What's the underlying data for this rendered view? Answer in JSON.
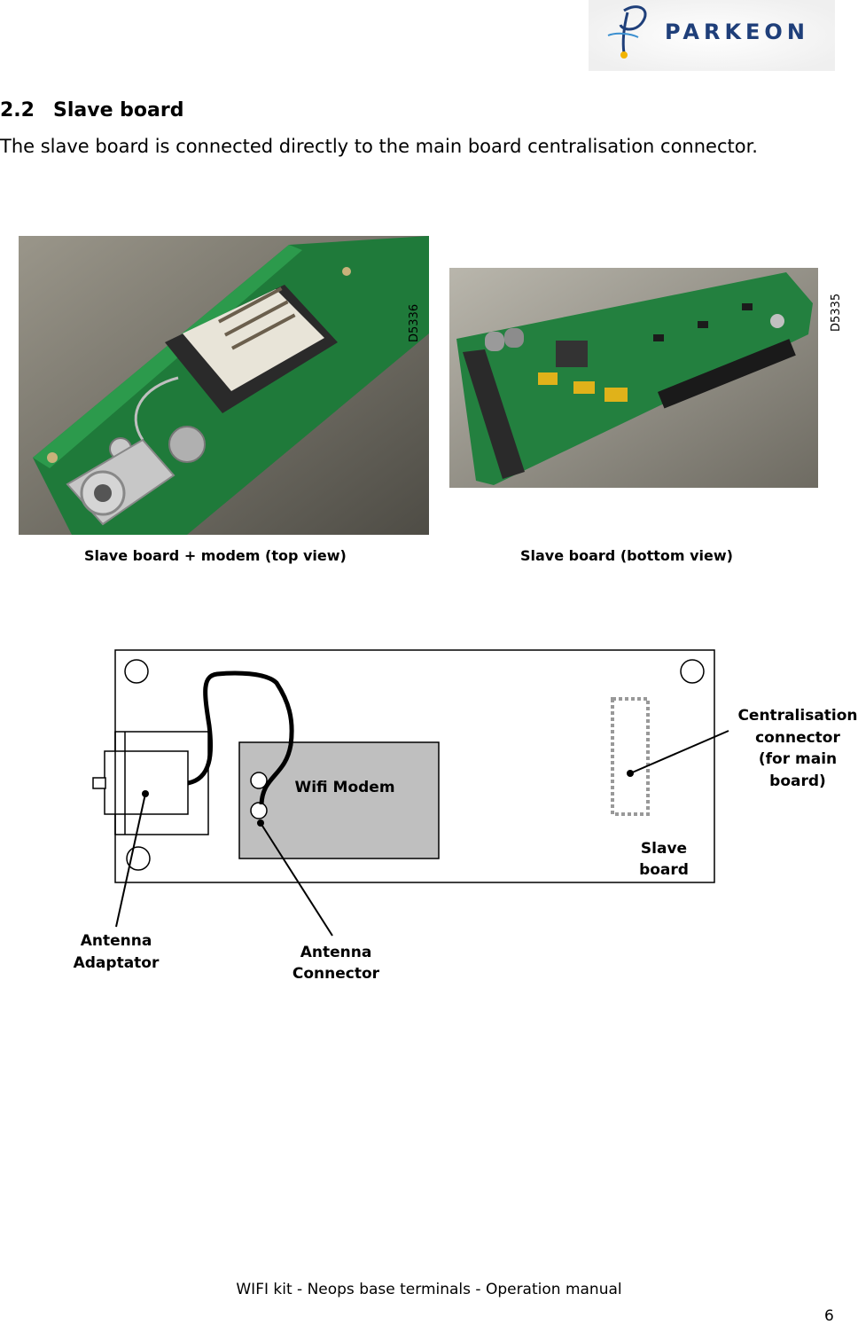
{
  "header": {
    "brand": "PARKEON"
  },
  "section": {
    "number": "2.2",
    "title": "Slave board"
  },
  "intro": "The slave board is connected directly to the main board centralisation connector.",
  "photos": [
    {
      "ref": "D5336",
      "caption": "Slave board + modem (top view)"
    },
    {
      "ref": "D5335",
      "caption": "Slave board (bottom view)"
    }
  ],
  "diagram": {
    "modem_label": "Wifi Modem",
    "board_label_line1": "Slave",
    "board_label_line2": "board",
    "connector_label_line1": "Centralisation",
    "connector_label_line2": "connector",
    "connector_label_line3": "(for main",
    "connector_label_line4": "board)",
    "adaptor_label_line1": "Antenna",
    "adaptor_label_line2": "Adaptator",
    "antenna_connector_line1": "Antenna",
    "antenna_connector_line2": "Connector"
  },
  "footer": {
    "text": "WIFI kit - Neops base terminals - Operation manual",
    "page": "6"
  }
}
